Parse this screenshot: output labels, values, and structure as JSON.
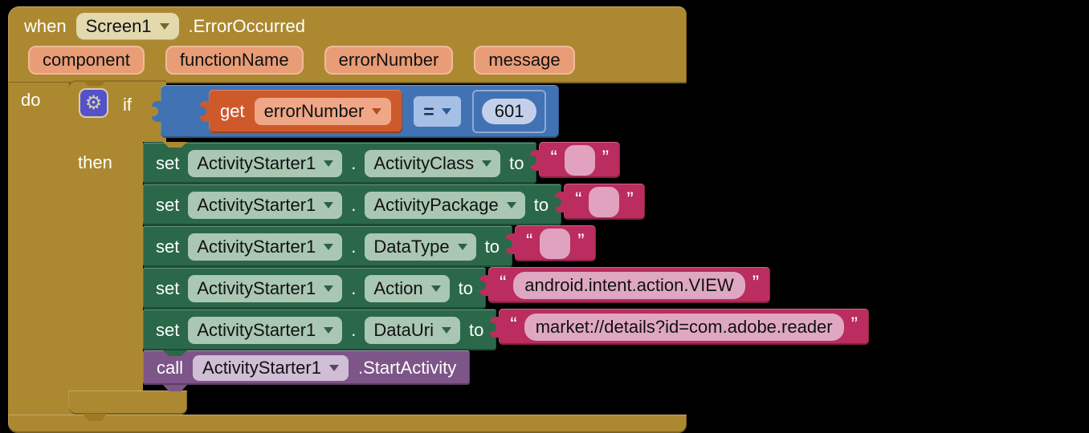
{
  "colors": {
    "event_gold": "#AC8930",
    "math_blue": "#4173B4",
    "variable_orange": "#CE5A2B",
    "setter_green": "#2A6849",
    "text_magenta": "#BA2D5E",
    "procedure_purple": "#7E5588",
    "mutator_indigo": "#5352C9",
    "param_salmon": "#E89D77"
  },
  "when": {
    "keyword": "when",
    "screen": "Screen1",
    "event": ".ErrorOccurred",
    "do_label": "do",
    "params": [
      "component",
      "functionName",
      "errorNumber",
      "message"
    ]
  },
  "if_block": {
    "if_label": "if",
    "then_label": "then",
    "gear": "⚙"
  },
  "condition": {
    "get_label": "get",
    "variable": "errorNumber",
    "operator": "=",
    "number": "601"
  },
  "labels": {
    "set": "set",
    "dot": ".",
    "to": "to",
    "call": "call",
    "open_quote": "“",
    "close_quote": "”"
  },
  "setters": [
    {
      "component": "ActivityStarter1",
      "property": "ActivityClass",
      "value": ""
    },
    {
      "component": "ActivityStarter1",
      "property": "ActivityPackage",
      "value": ""
    },
    {
      "component": "ActivityStarter1",
      "property": "DataType",
      "value": ""
    },
    {
      "component": "ActivityStarter1",
      "property": "Action",
      "value": "android.intent.action.VIEW"
    },
    {
      "component": "ActivityStarter1",
      "property": "DataUri",
      "value": "market://details?id=com.adobe.reader"
    }
  ],
  "call": {
    "component": "ActivityStarter1",
    "method": ".StartActivity"
  }
}
